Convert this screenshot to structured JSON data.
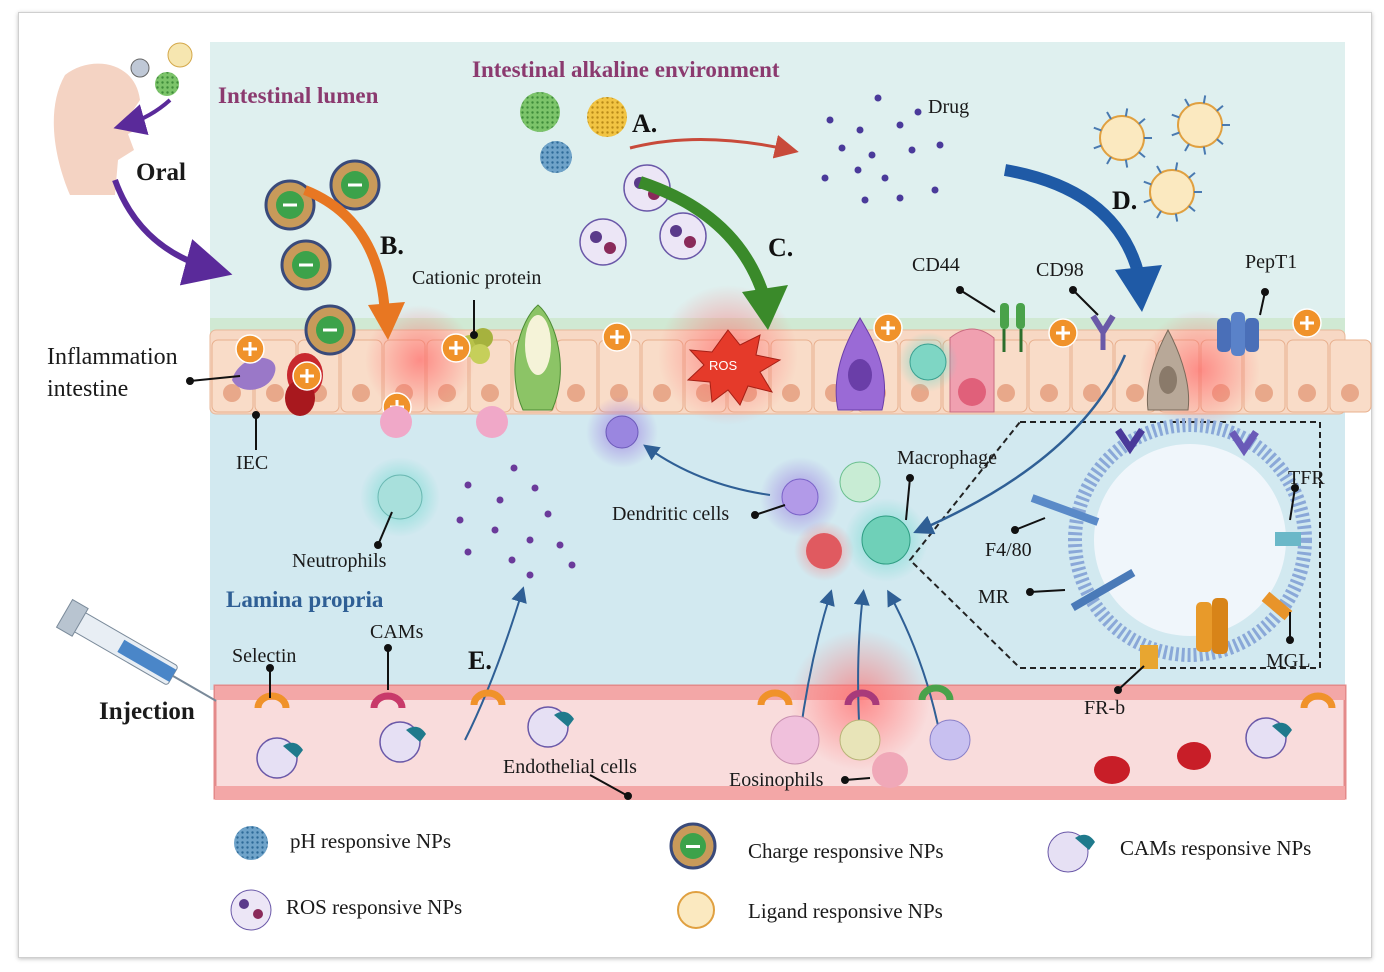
{
  "regions": {
    "lumen": "Intestinal lumen",
    "alkaline": "Intestinal alkaline environment",
    "lamina": "Lamina propria"
  },
  "routes": {
    "oral": "Oral",
    "injection": "Injection"
  },
  "steps": [
    "A.",
    "B.",
    "C.",
    "D.",
    "E."
  ],
  "labels": {
    "drug": "Drug",
    "cationic_protein": "Cationic protein",
    "inflammation": "Inflammation",
    "intestine": "intestine",
    "iec": "IEC",
    "ros": "ROS",
    "cd44": "CD44",
    "cd98": "CD98",
    "pept1": "PepT1",
    "macrophage": "Macrophage",
    "dendritic": "Dendritic cells",
    "neutrophils": "Neutrophils",
    "tfr": "TFR",
    "f480": "F4/80",
    "mr": "MR",
    "mgl": "MGL",
    "frb": "FR-b",
    "selectin": "Selectin",
    "cams": "CAMs",
    "endothelial": "Endothelial cells",
    "eosinophils": "Eosinophils"
  },
  "legend": [
    "pH responsive NPs",
    "ROS responsive  NPs",
    "Charge responsive NPs",
    "Ligand responsive NPs",
    "CAMs responsive NPs"
  ],
  "colors": {
    "lumen_bg": "#dff0ef",
    "lamina_bg": "#d2e9f0",
    "vessel": "#f6c9c9",
    "epithelium": "#f7d8c4",
    "arrow_purple": "#5a2a9a",
    "arrow_orange": "#e87722",
    "arrow_green": "#3a8a2a",
    "arrow_blue": "#1f5aa6",
    "arrow_red": "#c84a3a"
  }
}
